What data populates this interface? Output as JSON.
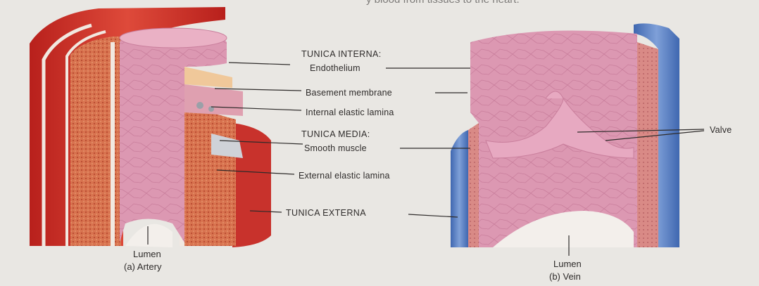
{
  "top_text": "y blood from tissues to the heart.",
  "labels": {
    "tunica_interna": "TUNICA INTERNA:",
    "endothelium": "Endothelium",
    "basement_membrane": "Basement membrane",
    "internal_elastic_lamina": "Internal elastic lamina",
    "tunica_media": "TUNICA MEDIA:",
    "smooth_muscle": "Smooth muscle",
    "external_elastic_lamina": "External elastic lamina",
    "tunica_externa": "TUNICA EXTERNA",
    "valve": "Valve"
  },
  "artery": {
    "lumen": "Lumen",
    "caption": "(a) Artery"
  },
  "vein": {
    "lumen": "Lumen",
    "caption": "(b) Vein"
  },
  "colors": {
    "artery_red": "#c8322c",
    "vein_blue": "#5b7fc0",
    "endothelium_pink": "#df9ab4",
    "media_orange": "#d46e4a",
    "background": "#e9e7e3"
  }
}
